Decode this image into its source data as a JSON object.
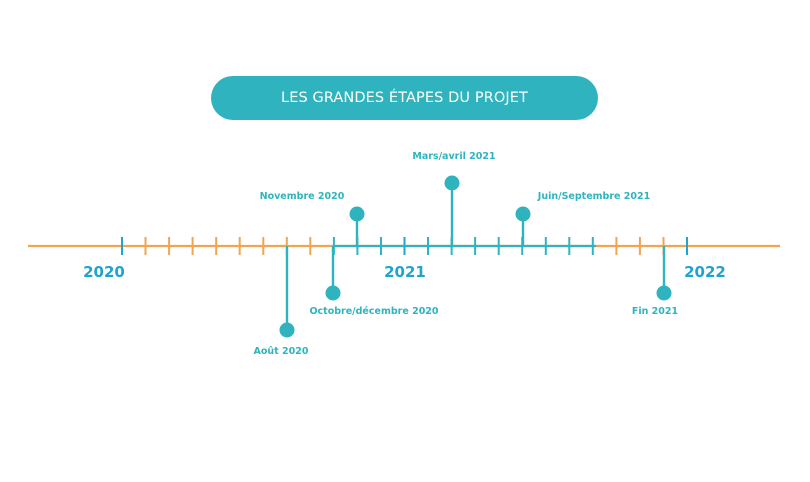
{
  "title": "LES GRANDES ÉTAPES DU PROJET",
  "colors": {
    "accent": "#2fb4bf",
    "axis": "#f2a44e",
    "year_tick": "#1fa3cf",
    "year_text": "#1fa3cf",
    "title_text": "#ffffff"
  },
  "years": [
    "2020",
    "2021",
    "2022"
  ],
  "milestones": [
    {
      "label": "Août 2020"
    },
    {
      "label": "Octobre/décembre 2020"
    },
    {
      "label": "Novembre 2020"
    },
    {
      "label": "Mars/avril 2021"
    },
    {
      "label": "Juin/Septembre 2021"
    },
    {
      "label": "Fin 2021"
    }
  ]
}
